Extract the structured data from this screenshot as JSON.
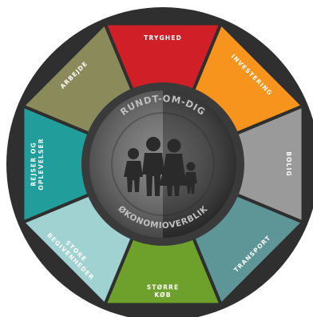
{
  "center": {
    "top_text": "RUNDT-OM-DIG",
    "bottom_text": "ØKONOMIOVERBLIK",
    "icon": "family-icon"
  },
  "segments": [
    {
      "key": "tryghed",
      "lines": [
        "TRYGHED"
      ],
      "color": "#d11f27"
    },
    {
      "key": "investering",
      "lines": [
        "INVESTERING"
      ],
      "color": "#f7941d"
    },
    {
      "key": "bolig",
      "lines": [
        "BOLIG"
      ],
      "color": "#9a9a9a"
    },
    {
      "key": "transport",
      "lines": [
        "TRANSPORT"
      ],
      "color": "#5e9597"
    },
    {
      "key": "stoerre-koeb",
      "lines": [
        "STØRRE",
        "KØB"
      ],
      "color": "#6ea12c"
    },
    {
      "key": "store-begivenheder",
      "lines": [
        "STORE",
        "BEGIVENHEDER"
      ],
      "color": "#9fd2d0"
    },
    {
      "key": "rejser-og-oplevelser",
      "lines": [
        "REJSER OG",
        "OPLEVELSER"
      ],
      "color": "#219d9b"
    },
    {
      "key": "arbejde",
      "lines": [
        "ARBEJDE"
      ],
      "color": "#8b8a5a"
    }
  ],
  "colors": {
    "outer_ring": "#2f2f2f",
    "inner_ring": "#3a3a3a",
    "hub_left": "#6d6d6d",
    "hub_right": "#3b3b3b",
    "family": "#2a2a2a"
  }
}
